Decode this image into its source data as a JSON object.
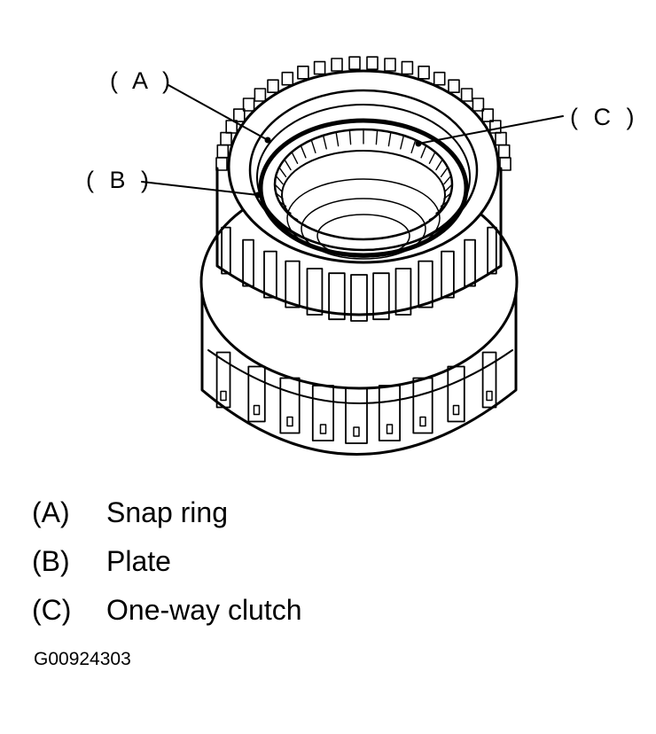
{
  "callouts": {
    "a": "( A )",
    "b": "( B )",
    "c": "( C )"
  },
  "legend": [
    {
      "label": "(A)",
      "text": "Snap ring"
    },
    {
      "label": "(B)",
      "text": "Plate"
    },
    {
      "label": "(C)",
      "text": "One-way clutch"
    }
  ],
  "figure_id": "G00924303",
  "colors": {
    "line": "#000000",
    "background": "#ffffff"
  }
}
